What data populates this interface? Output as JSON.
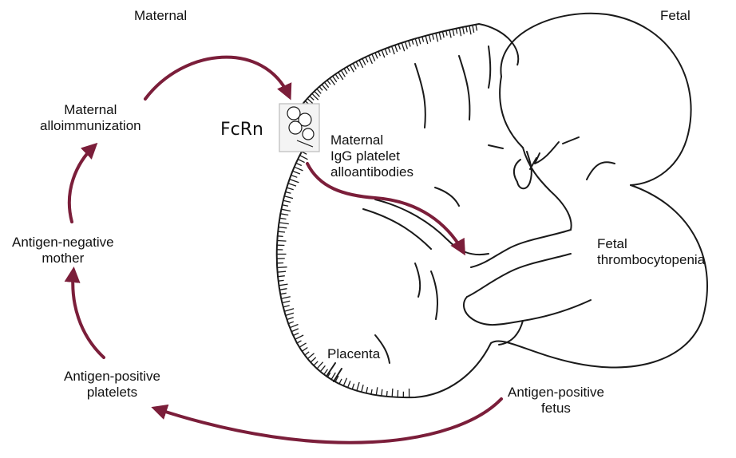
{
  "colors": {
    "arrow": "#7b1e3a",
    "line": "#1a1a1a",
    "background": "#ffffff"
  },
  "headers": {
    "maternal": "Maternal",
    "fetal": "Fetal"
  },
  "cycle": {
    "alloimmunization": [
      "Maternal",
      "alloimmunization"
    ],
    "negative_mother": [
      "Antigen-negative",
      "mother"
    ],
    "positive_platelets": [
      "Antigen-positive",
      "platelets"
    ],
    "positive_fetus": [
      "Antigen-positive",
      "fetus"
    ]
  },
  "fcrn": {
    "label": "FcRn",
    "icon": "fcrn-receptor-icon"
  },
  "antibodies": [
    "Maternal",
    "IgG platelet",
    "alloantibodies"
  ],
  "thrombocytopenia": [
    "Fetal",
    "thrombocytopenia"
  ],
  "placenta": "Placenta",
  "illustration": "fetus-in-uterus-illustration"
}
